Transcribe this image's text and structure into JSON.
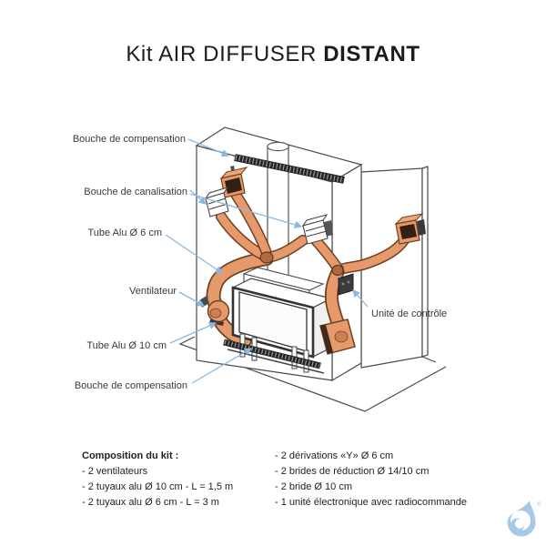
{
  "title": {
    "regular": "Kit AIR DIFFUSER ",
    "bold": "DISTANT"
  },
  "diagram": {
    "labels": {
      "bouche_compensation_top": "Bouche de compensation",
      "bouche_canalisation": "Bouche de canalisation",
      "tube_alu_6": "Tube Alu Ø 6 cm",
      "ventilateur": "Ventilateur",
      "tube_alu_10": "Tube Alu Ø 10 cm",
      "bouche_compensation_bottom": "Bouche de compensation",
      "unite_controle": "Unité de contrôle"
    },
    "colors": {
      "leader_line": "#88b8e2",
      "tube_fill": "#e69a6c",
      "tube_outline": "#6f4123",
      "tube_shade": "#cf7f52",
      "drawing_line": "#4a4a4a",
      "grille": "#242424"
    }
  },
  "composition": {
    "heading": "Composition du kit :",
    "left": [
      "- 2 ventilateurs",
      "- 2 tuyaux alu Ø 10 cm - L = 1,5 m",
      "- 2 tuyaux alu Ø 6 cm - L = 3 m"
    ],
    "right": [
      "- 2 dérivations «Y» Ø 6 cm",
      "- 2 brides de réduction Ø 14/10 cm",
      "- 2 bride Ø 10 cm",
      "- 1 unité électronique avec radiocommande"
    ]
  },
  "logo": {
    "color": "#a6c9e6",
    "registered_mark": "®"
  }
}
